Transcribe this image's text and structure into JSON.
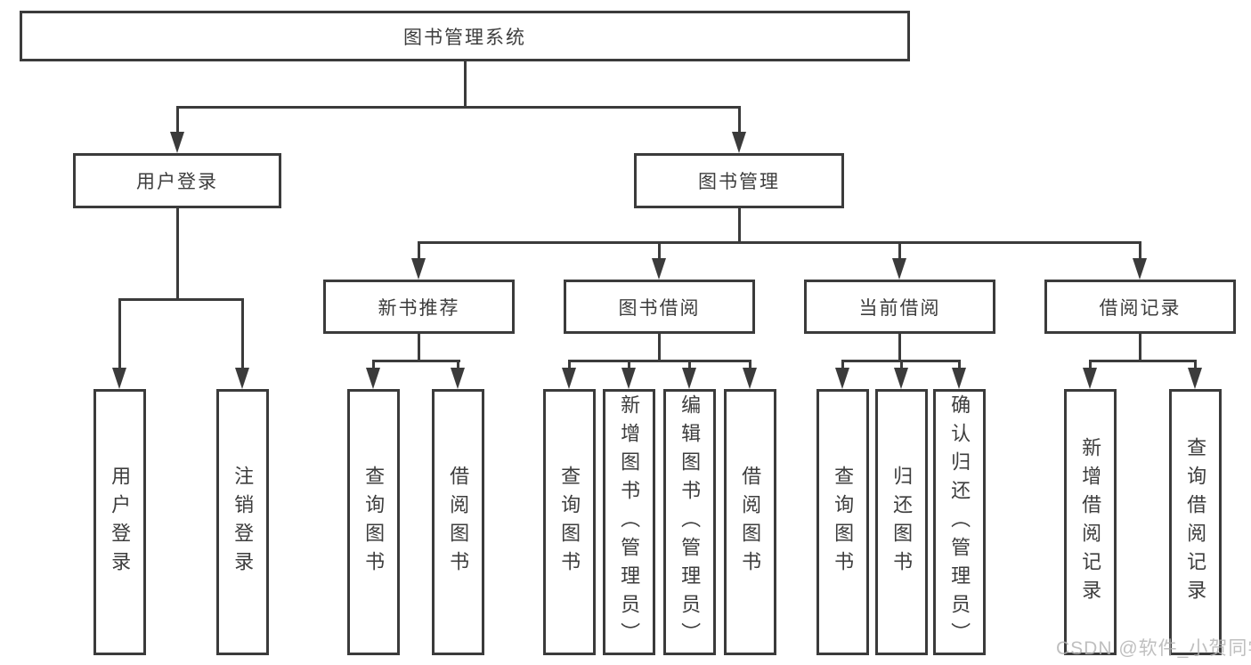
{
  "diagram": {
    "root": {
      "label": "图书管理系统"
    },
    "branches": [
      {
        "label": "用户登录"
      },
      {
        "label": "图书管理"
      }
    ],
    "modules": [
      {
        "label": "新书推荐"
      },
      {
        "label": "图书借阅"
      },
      {
        "label": "当前借阅"
      },
      {
        "label": "借阅记录"
      }
    ],
    "leaves": [
      {
        "label": "用户登录"
      },
      {
        "label": "注销登录"
      },
      {
        "label": "查询图书"
      },
      {
        "label": "借阅图书"
      },
      {
        "label": "查询图书"
      },
      {
        "label": "新增图书（管理员）"
      },
      {
        "label": "编辑图书（管理员）"
      },
      {
        "label": "借阅图书"
      },
      {
        "label": "查询图书"
      },
      {
        "label": "归还图书"
      },
      {
        "label": "确认归还（管理员）"
      },
      {
        "label": "新增借阅记录"
      },
      {
        "label": "查询借阅记录"
      }
    ],
    "watermark": "CSDN @软件_小贺同学",
    "colors": {
      "line": "#3b3b3b",
      "text": "#3d3d3d",
      "background": "#ffffff",
      "watermark": "#b5b5b5"
    }
  }
}
